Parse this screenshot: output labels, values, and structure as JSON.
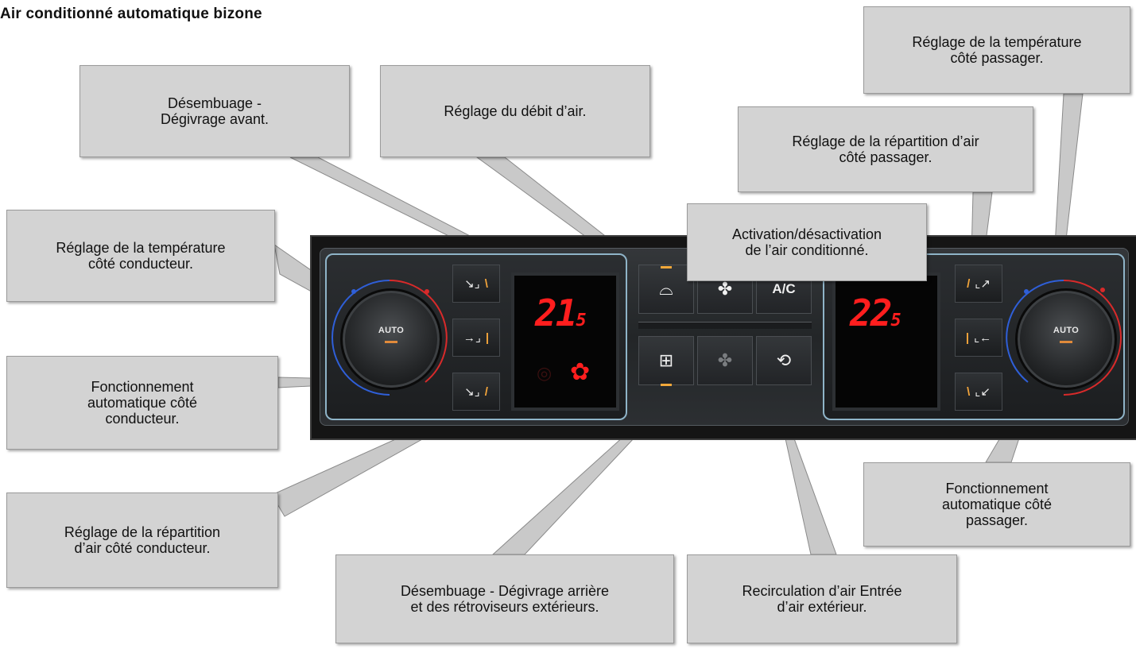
{
  "title": "Air conditionné automatique bizone",
  "callouts": {
    "defrost_front": [
      "Désembuage -",
      "Dégivrage avant."
    ],
    "air_flow": [
      "Réglage du débit d’air."
    ],
    "temp_passenger": [
      "Réglage de la température",
      "côté passager."
    ],
    "dist_passenger": [
      "Réglage de la répartition d’air",
      "côté passager."
    ],
    "temp_driver": [
      "Réglage de la température",
      "côté conducteur."
    ],
    "ac_toggle": [
      "Activation/désactivation",
      "de l’air conditionné."
    ],
    "auto_driver": [
      "Fonctionnement",
      "automatique côté",
      "conducteur."
    ],
    "dist_driver": [
      "Réglage de la répartition",
      "d’air côté conducteur."
    ],
    "auto_passenger": [
      "Fonctionnement",
      "automatique côté",
      "passager."
    ],
    "defrost_rear": [
      "Désembuage - Dégivrage arrière",
      "et des rétroviseurs extérieurs."
    ],
    "recirc": [
      "Recirculation d’air Entrée",
      "d’air extérieur."
    ]
  },
  "panel": {
    "knob_label": "AUTO",
    "driver_temp": "21",
    "driver_temp_decimal": "5",
    "passenger_temp": "22",
    "passenger_temp_decimal": "5",
    "ac_label": "A/C",
    "icons": {
      "front_defrost": "front-defrost-icon",
      "rear_defrost": "rear-defrost-icon",
      "fan": "fan-icon",
      "recirculation": "recirculation-icon",
      "vent_up": "vent-up-icon",
      "vent_mid": "vent-mid-icon",
      "vent_down": "vent-down-icon"
    },
    "colors": {
      "display_red": "#ff1e1e",
      "led_amber": "#f2a83a",
      "zone_border": "#8fb4c8"
    }
  }
}
